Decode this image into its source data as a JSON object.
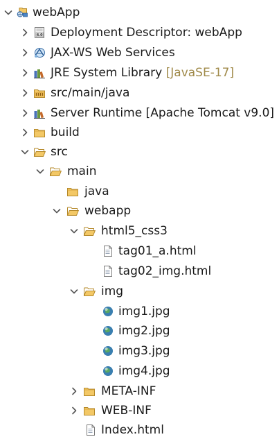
{
  "tree": {
    "root": {
      "label": "webApp",
      "state": "expanded",
      "icon": "project-icon"
    },
    "deployment_descriptor": {
      "label": "Deployment Descriptor: webApp",
      "state": "collapsed",
      "icon": "deployment-descriptor-icon"
    },
    "jaxws": {
      "label": "JAX-WS Web Services",
      "state": "collapsed",
      "icon": "web-services-icon"
    },
    "jre": {
      "label": "JRE System Library",
      "decoration": "[JavaSE-17]",
      "state": "collapsed",
      "icon": "library-icon"
    },
    "src_main_java": {
      "label": "src/main/java",
      "state": "collapsed",
      "icon": "source-folder-icon"
    },
    "server_runtime": {
      "label": "Server Runtime [Apache Tomcat v9.0]",
      "state": "collapsed",
      "icon": "library-icon"
    },
    "build": {
      "label": "build",
      "state": "collapsed",
      "icon": "folder-icon"
    },
    "src": {
      "label": "src",
      "state": "expanded",
      "icon": "folder-open-icon"
    },
    "main": {
      "label": "main",
      "state": "expanded",
      "icon": "folder-open-icon"
    },
    "java": {
      "label": "java",
      "icon": "folder-icon"
    },
    "webapp": {
      "label": "webapp",
      "state": "expanded",
      "icon": "folder-open-icon"
    },
    "html5_css3": {
      "label": "html5_css3",
      "state": "expanded",
      "icon": "folder-open-icon"
    },
    "tag01": {
      "label": "tag01_a.html",
      "icon": "html-file-icon"
    },
    "tag02": {
      "label": "tag02_img.html",
      "icon": "html-file-icon"
    },
    "img": {
      "label": "img",
      "state": "expanded",
      "icon": "folder-open-icon"
    },
    "img1": {
      "label": "img1.jpg",
      "icon": "image-file-icon"
    },
    "img2": {
      "label": "img2.jpg",
      "icon": "image-file-icon"
    },
    "img3": {
      "label": "img3.jpg",
      "icon": "image-file-icon"
    },
    "img4": {
      "label": "img4.jpg",
      "icon": "image-file-icon"
    },
    "meta_inf": {
      "label": "META-INF",
      "state": "collapsed",
      "icon": "folder-icon"
    },
    "web_inf": {
      "label": "WEB-INF",
      "state": "collapsed",
      "icon": "folder-icon"
    },
    "index": {
      "label": "Index.html",
      "icon": "html-file-icon"
    }
  },
  "colors": {
    "chevron": "#555555",
    "folder_fill": "#f3c866",
    "folder_stroke": "#b5892a",
    "decoration": "#a08a4a",
    "image_globe": "#3a7fb0"
  }
}
